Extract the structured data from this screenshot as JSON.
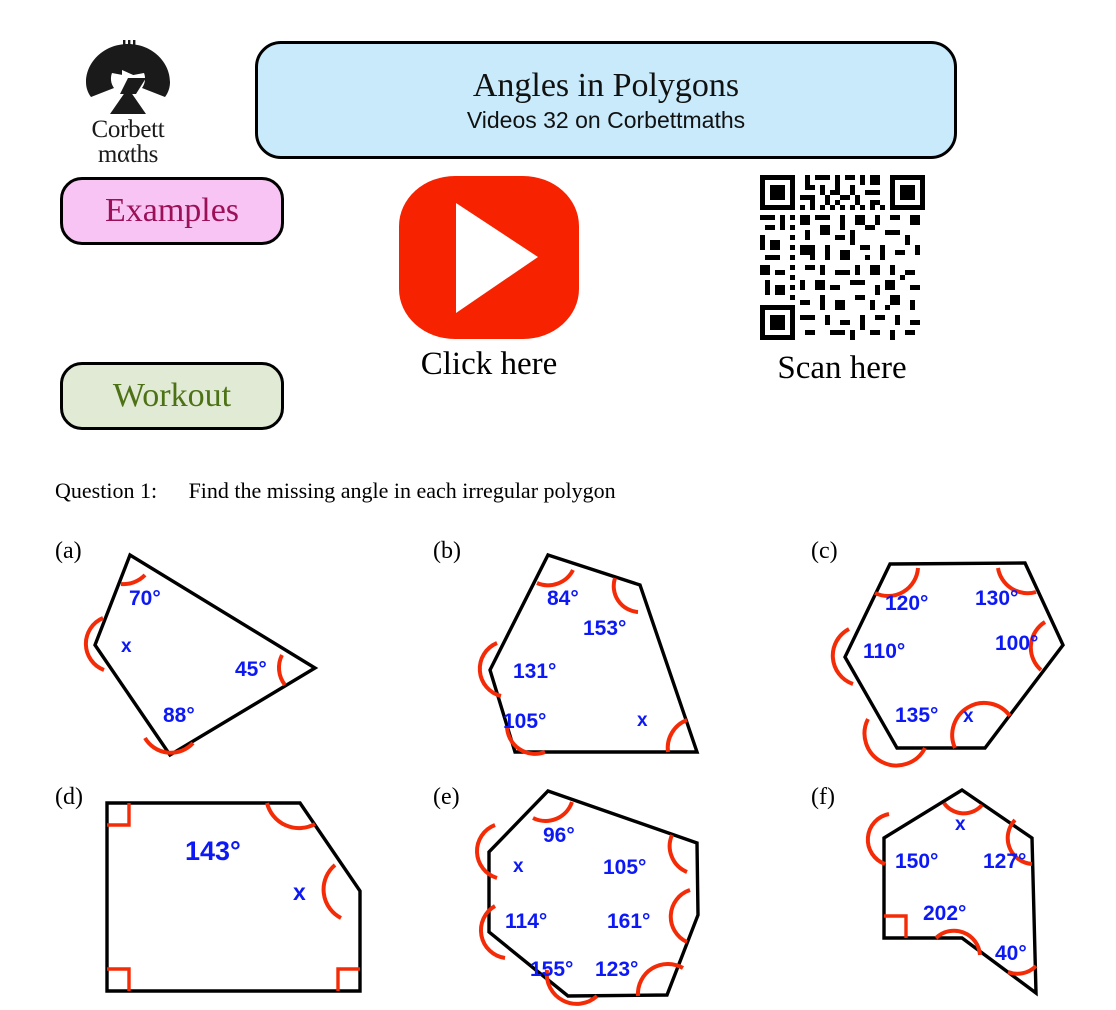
{
  "logo": {
    "name_line1": "Corbett",
    "name_line2": "mαths",
    "icon": "corbettmaths-logo-icon"
  },
  "banner": {
    "title": "Angles in Polygons",
    "subtitle": "Videos 32 on Corbettmaths",
    "fill_color": "#c8eafb"
  },
  "buttons": {
    "examples_label": "Examples",
    "examples_fill": "#f8c4f3",
    "examples_text_color": "#9c1058",
    "workout_label": "Workout",
    "workout_fill": "#e0ead4",
    "workout_text_color": "#4d7115"
  },
  "video": {
    "caption": "Click here",
    "icon": "youtube-play-icon",
    "color": "#f72300"
  },
  "qr": {
    "caption": "Scan here",
    "icon": "qr-code-icon"
  },
  "question": {
    "label": "Question 1:",
    "text": "Find the missing angle in each irregular polygon"
  },
  "colors": {
    "angle_label": "#0c19f5",
    "angle_arc": "#f42b07",
    "polygon_stroke": "#000000"
  },
  "figures": [
    {
      "id": "a",
      "label": "(a)",
      "sides": 4,
      "angles": [
        "70°",
        "x",
        "88°",
        "45°"
      ],
      "unknown": "x",
      "known_angles": [
        "70°",
        "88°",
        "45°"
      ]
    },
    {
      "id": "b",
      "label": "(b)",
      "sides": 5,
      "angles": [
        "84°",
        "153°",
        "x",
        "105°",
        "131°"
      ],
      "unknown": "x",
      "known_angles": [
        "84°",
        "153°",
        "105°",
        "131°"
      ]
    },
    {
      "id": "c",
      "label": "(c)",
      "sides": 6,
      "angles": [
        "120°",
        "130°",
        "100°",
        "x",
        "135°",
        "110°"
      ],
      "unknown": "x",
      "known_angles": [
        "120°",
        "130°",
        "100°",
        "135°",
        "110°"
      ]
    },
    {
      "id": "d",
      "label": "(d)",
      "sides": 5,
      "angles": [
        "90°",
        "143°",
        "x",
        "90°",
        "90°"
      ],
      "unknown": "x",
      "known_angles": [
        "143°"
      ],
      "right_angles": 3
    },
    {
      "id": "e",
      "label": "(e)",
      "sides": 7,
      "angles": [
        "96°",
        "105°",
        "161°",
        "123°",
        "155°",
        "114°",
        "x"
      ],
      "unknown": "x",
      "known_angles": [
        "96°",
        "105°",
        "161°",
        "123°",
        "155°",
        "114°"
      ]
    },
    {
      "id": "f",
      "label": "(f)",
      "sides": 6,
      "angles": [
        "x",
        "127°",
        "40°",
        "202°",
        "90°",
        "150°"
      ],
      "unknown": "x",
      "known_angles": [
        "127°",
        "40°",
        "202°",
        "150°"
      ],
      "right_angles": 1
    }
  ],
  "figure_angle_labels": {
    "a": {
      "top": "70°",
      "left": "x",
      "bottom": "88°",
      "right": "45°"
    },
    "b": {
      "topleft": "84°",
      "topright": "153°",
      "left": "131°",
      "bottomleft": "105°",
      "bottomright": "x"
    },
    "c": {
      "topleft": "120°",
      "topright": "130°",
      "left": "110°",
      "right": "100°",
      "bottomleft": "135°",
      "bottomright": "x"
    },
    "d": {
      "top": "143°",
      "right": "x"
    },
    "e": {
      "top": "96°",
      "upperleft": "x",
      "right": "105°",
      "lowerleft": "114°",
      "lowerright": "161°",
      "bottomleft": "155°",
      "bottomright": "123°"
    },
    "f": {
      "top": "x",
      "left": "150°",
      "right": "127°",
      "reflex": "202°",
      "bottomright": "40°"
    }
  }
}
